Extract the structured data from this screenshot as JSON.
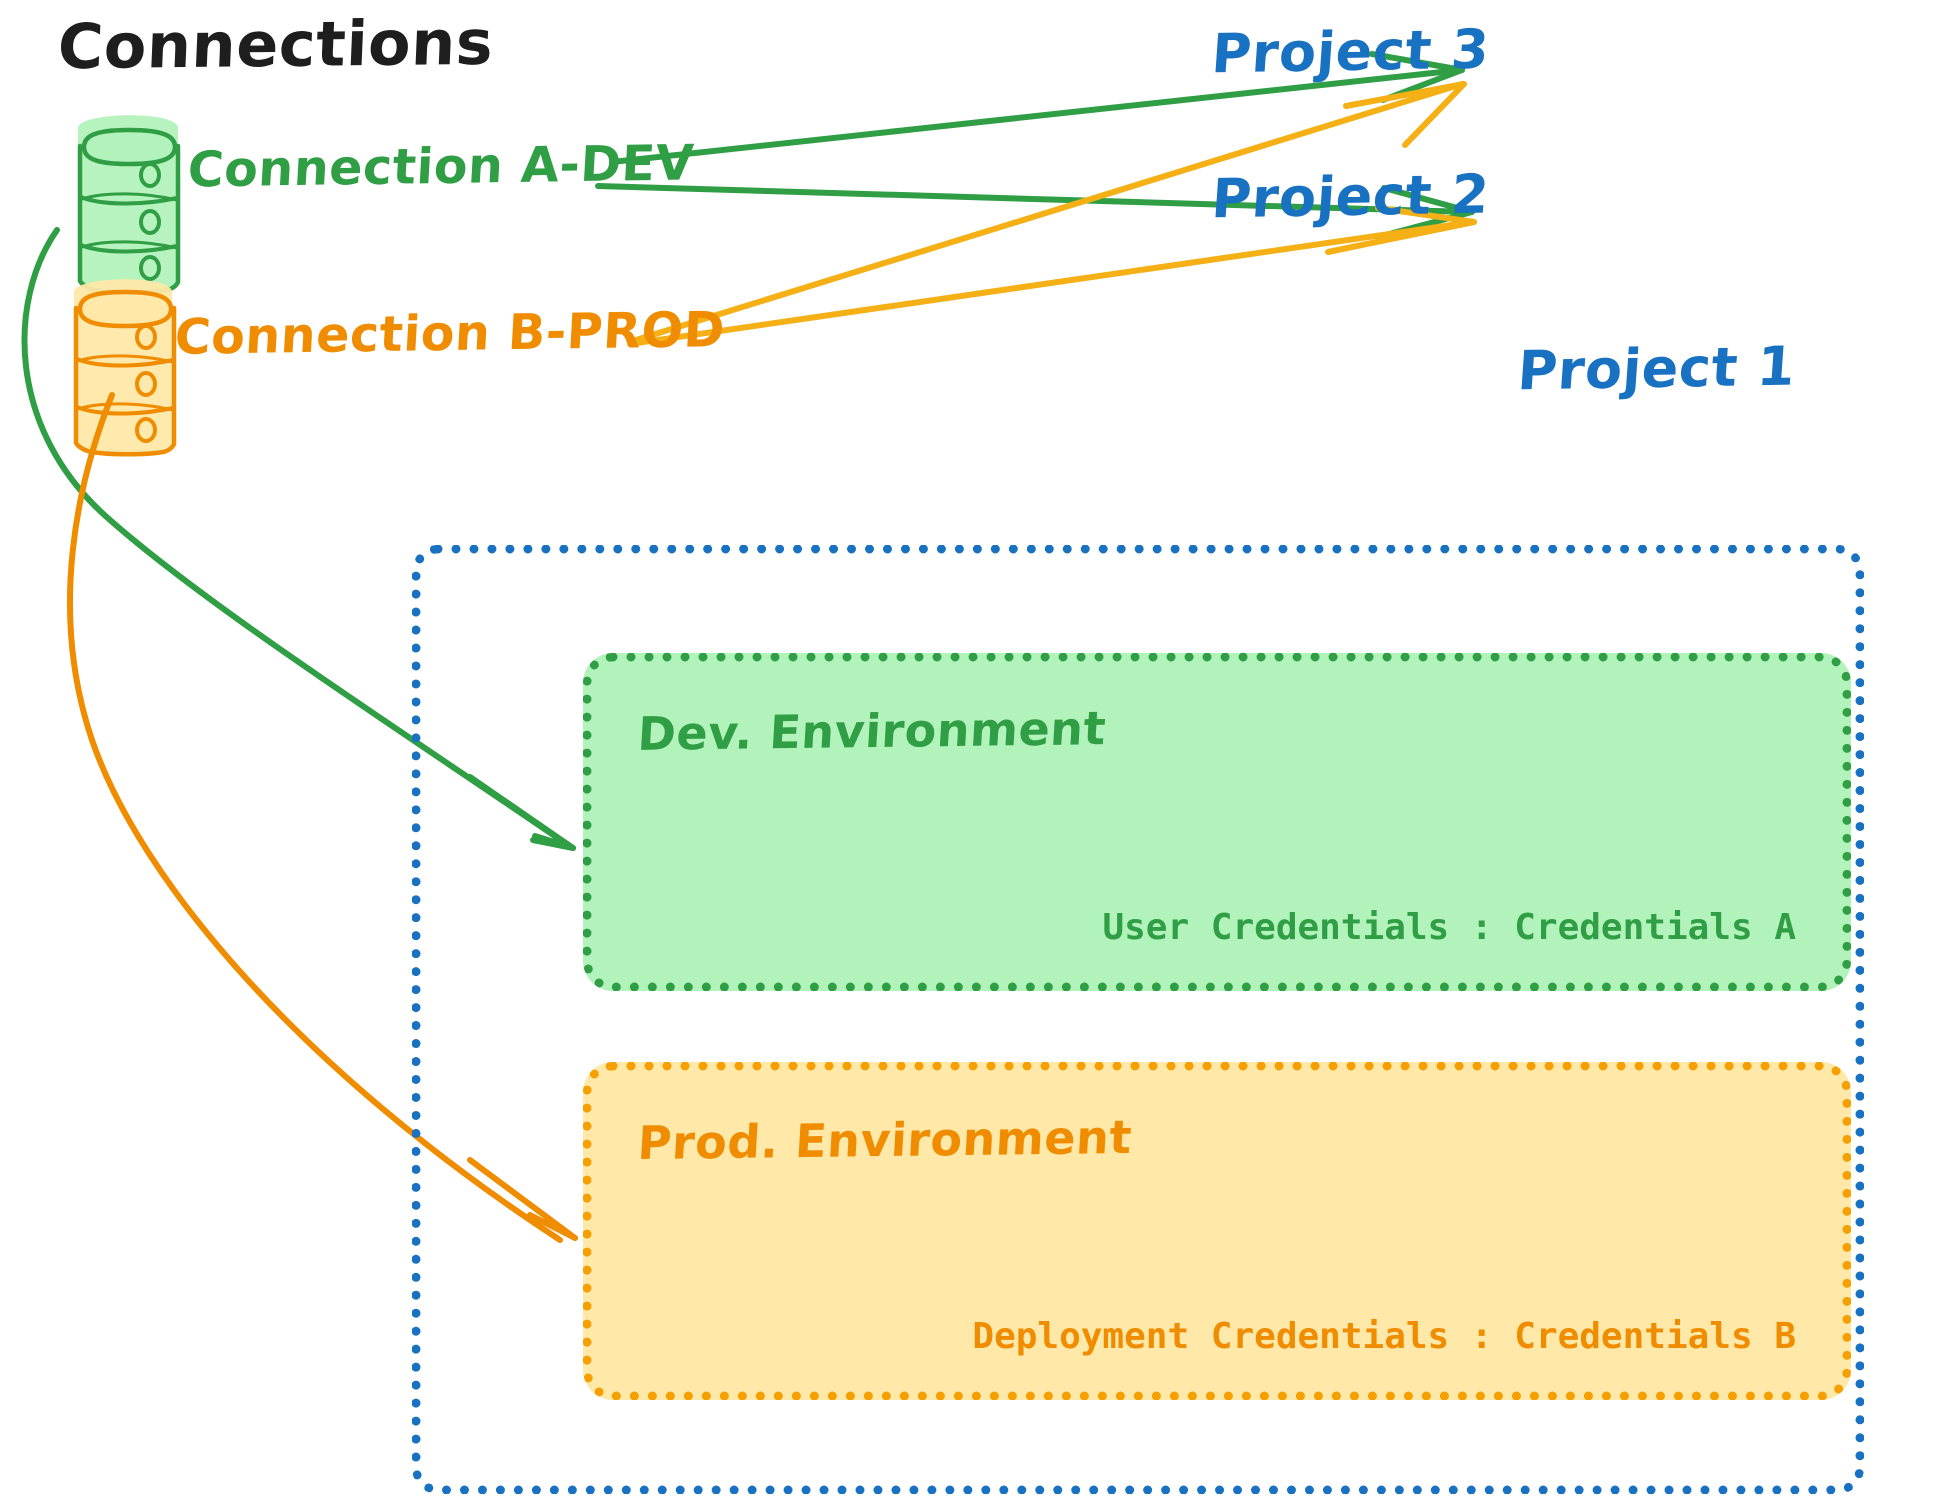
{
  "title": "Connections",
  "connections": [
    {
      "id": "conn-a",
      "label": "Connection A-DEV",
      "color": "#2f9e44",
      "icon": "database-icon"
    },
    {
      "id": "conn-b",
      "label": "Connection B-PROD",
      "color": "#f08c00",
      "icon": "database-icon"
    }
  ],
  "projects": [
    {
      "id": "project-3",
      "label": "Project 3"
    },
    {
      "id": "project-2",
      "label": "Project 2"
    },
    {
      "id": "project-1",
      "label": "Project 1"
    }
  ],
  "project1": {
    "label": "Project 1",
    "border_color": "#1971c2",
    "environments": [
      {
        "id": "dev",
        "title": "Dev. Environment",
        "credential_label": "User Credentials",
        "credential_separator": ":",
        "credential_value": "Credentials A",
        "credential_line": "User Credentials : Credentials A",
        "fill": "#b2f2bb",
        "stroke": "#2f9e44"
      },
      {
        "id": "prod",
        "title": "Prod. Environment",
        "credential_label": "Deployment Credentials",
        "credential_separator": ":",
        "credential_value": "Credentials B",
        "credential_line": "Deployment Credentials : Credentials B",
        "fill": "#ffe8a8",
        "stroke": "#f59f00"
      }
    ]
  },
  "edges": [
    {
      "id": "a-dev-to-project-3",
      "from": "Connection A-DEV",
      "to": "Project 3",
      "color": "#2f9e44"
    },
    {
      "id": "a-dev-to-project-2",
      "from": "Connection A-DEV",
      "to": "Project 2",
      "color": "#2f9e44"
    },
    {
      "id": "b-prod-to-project-3",
      "from": "Connection B-PROD",
      "to": "Project 3",
      "color": "#f5b016"
    },
    {
      "id": "b-prod-to-project-2",
      "from": "Connection B-PROD",
      "to": "Project 2",
      "color": "#f5b016"
    },
    {
      "id": "a-dev-to-dev-env",
      "from": "Connection A-DEV",
      "to": "Dev. Environment",
      "color": "#2f9e44"
    },
    {
      "id": "b-prod-to-prod-env",
      "from": "Connection B-PROD",
      "to": "Prod. Environment",
      "color": "#f08c00"
    }
  ],
  "colors": {
    "green_stroke": "#2f9e44",
    "green_fill": "#b2f2bb",
    "orange_stroke": "#f08c00",
    "orange_fill": "#ffe8a8",
    "amber_arrow": "#f5b016",
    "blue": "#1971c2",
    "black": "#1e1e1e",
    "background": "#ffffff"
  }
}
